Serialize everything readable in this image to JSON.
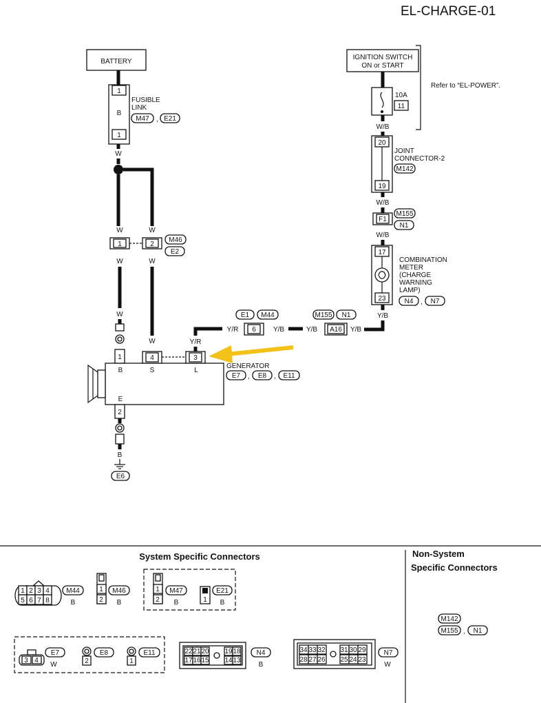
{
  "header": {
    "code": "EL-CHARGE-01"
  },
  "components": {
    "battery": "BATTERY",
    "ignition": [
      "IGNITION SWITCH",
      "ON or START"
    ],
    "refer": "Refer to “EL-POWER”.",
    "fuse_amp": "10A",
    "fuse_no": "11",
    "fusible_link": [
      "FUSIBLE",
      "LINK"
    ],
    "fl_letter": "B",
    "joint": [
      "JOINT",
      "CONNECTOR-2"
    ],
    "meter": [
      "COMBINATION",
      "METER",
      "(CHARGE",
      "WARNING",
      "LAMP)"
    ],
    "generator": "GENERATOR"
  },
  "pins": {
    "fl_top": "1",
    "fl_bot": "1",
    "jc_top": "20",
    "jc_bot": "19",
    "f1": "F1",
    "m_top": "17",
    "m_bot": "23",
    "c1": "1",
    "c2": "2",
    "c6": "6",
    "a16": "A16",
    "g_b": "1",
    "g_s": "4",
    "g_l": "3",
    "g_e": "2",
    "t_b": "B",
    "t_s": "S",
    "t_l": "L",
    "t_e": "E"
  },
  "wires": {
    "w": "W",
    "wb": "W/B",
    "yb": "Y/B",
    "yr": "Y/R",
    "b": "B"
  },
  "connectors": {
    "m47": "M47",
    "e21": "E21",
    "m142": "M142",
    "m155": "M155",
    "n1": "N1",
    "m46": "M46",
    "e2": "E2",
    "n4": "N4",
    "n7": "N7",
    "e1": "E1",
    "m44": "M44",
    "e7": "E7",
    "e8": "E8",
    "e11": "E11",
    "e6": "E6"
  },
  "legend": {
    "system_title": "System Specific Connectors",
    "non_system_title": [
      "Non-System",
      "Specific Connectors"
    ],
    "m44_pins": [
      "1",
      "2",
      "3",
      "4",
      "5",
      "6",
      "7",
      "8"
    ],
    "m46_pins": [
      "1",
      "2"
    ],
    "m47_pins": [
      "1",
      "2"
    ],
    "e21_pin": "1",
    "e7_pins": [
      "3",
      "4"
    ],
    "e8_pin": "2",
    "e11_pin": "1",
    "n4_pins": [
      "22",
      "21",
      "20",
      "19",
      "18",
      "17",
      "16",
      "15",
      "14",
      "13"
    ],
    "n7_pins": [
      "34",
      "33",
      "32",
      "31",
      "30",
      "29",
      "28",
      "27",
      "26",
      "25",
      "24",
      "23"
    ],
    "color_b": "B",
    "color_w": "W",
    "sep": ","
  },
  "colors": {
    "arrow": "#f2c21b",
    "ink": "#111111"
  }
}
